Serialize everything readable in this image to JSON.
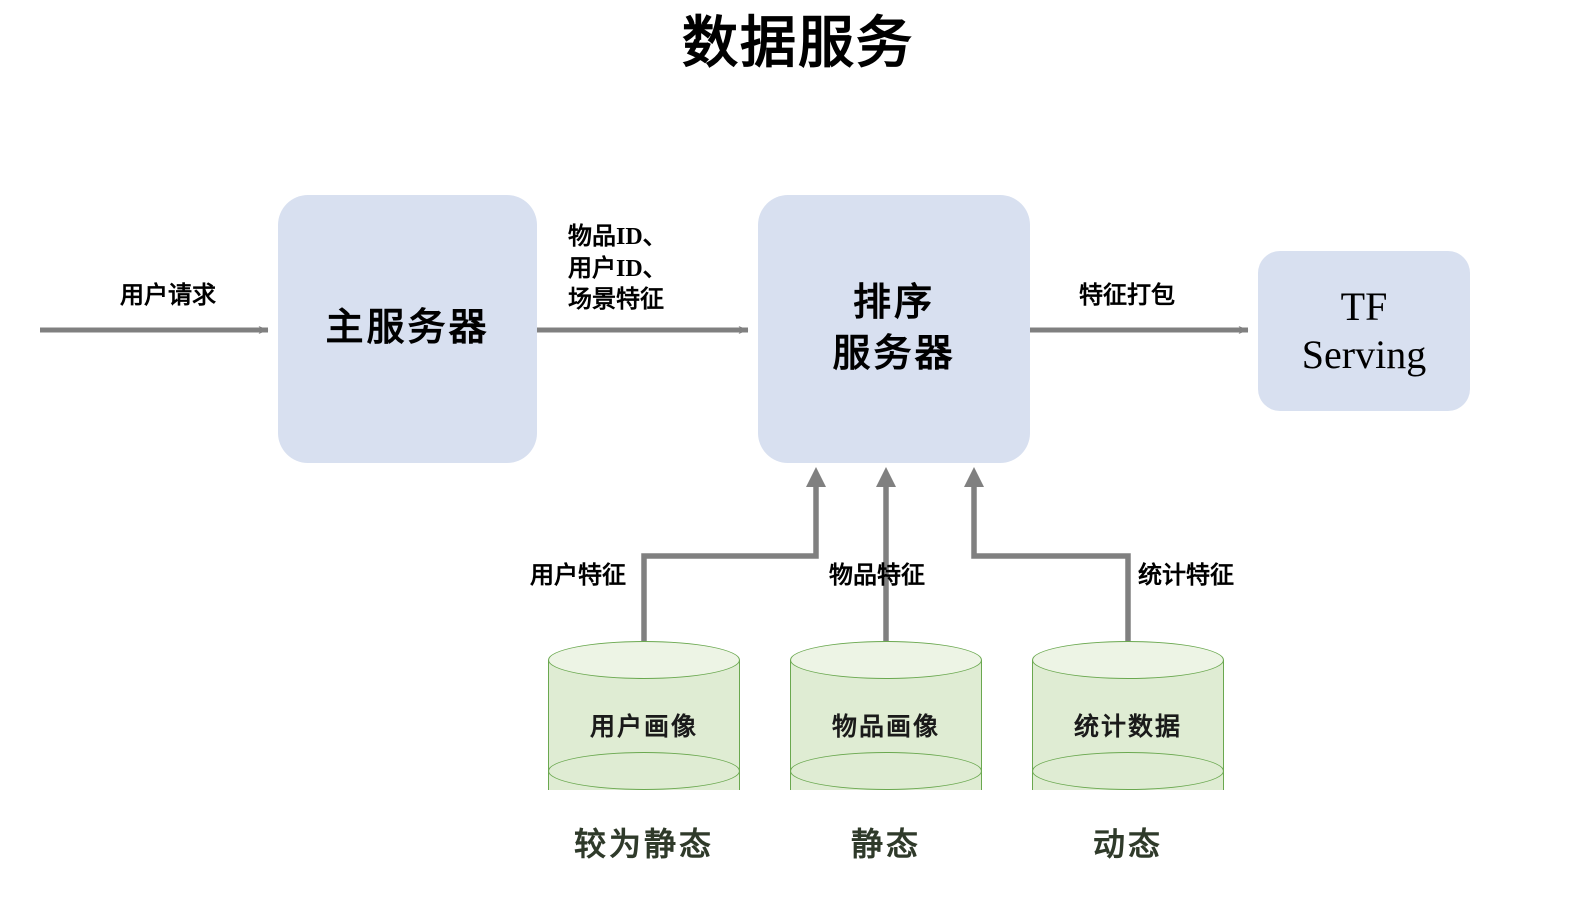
{
  "title": "数据服务",
  "colors": {
    "process_fill": "#d8e0f0",
    "store_fill": "#dfecd3",
    "store_top_fill": "#edf4e5",
    "store_stroke": "#6aa84f",
    "connector": "#808080",
    "text": "#000000",
    "background": "#ffffff"
  },
  "nodes": {
    "main_server": {
      "label": "主服务器"
    },
    "rank_server": {
      "label": "排序\n服务器"
    },
    "tf_serving": {
      "label": "TF\nServing"
    }
  },
  "edges": {
    "user_request": {
      "label": "用户请求"
    },
    "ids_features": {
      "label": "物品ID、\n用户ID、\n场景特征"
    },
    "feature_pack": {
      "label": "特征打包"
    },
    "user_feature": {
      "label": "用户特征"
    },
    "item_feature": {
      "label": "物品特征"
    },
    "stat_feature": {
      "label": "统计特征"
    }
  },
  "stores": [
    {
      "label": "用户画像",
      "caption": "较为静态"
    },
    {
      "label": "物品画像",
      "caption": "静态"
    },
    {
      "label": "统计数据",
      "caption": "动态"
    }
  ]
}
